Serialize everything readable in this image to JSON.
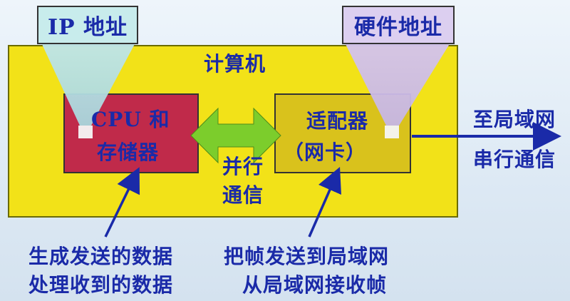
{
  "diagram": {
    "ip_label": "IP 地址",
    "hw_label": "硬件地址",
    "computer_label": "计算机",
    "cpu_line1": "CPU 和",
    "cpu_line2": "存储器",
    "adapter_line1": "适配器",
    "adapter_line2": "（网卡）",
    "parallel_line1": "并行",
    "parallel_line2": "通信",
    "lan_line1": "至局域网",
    "lan_line2": "串行通信",
    "cpu_note_line1": "生成发送的数据",
    "cpu_note_line2": "处理收到的数据",
    "adapter_note_line1": "把帧发送到局域网",
    "adapter_note_line2": "从局域网接收帧"
  },
  "colors": {
    "computer_fill": "#f2e218",
    "cpu_fill": "#c02a4a",
    "adapter_fill": "#d9c21c",
    "arrow_green": "#7ccd2c",
    "ip_box": "#c8ecec",
    "hw_box": "#dccff0",
    "text_blue": "#1a2aa8"
  }
}
